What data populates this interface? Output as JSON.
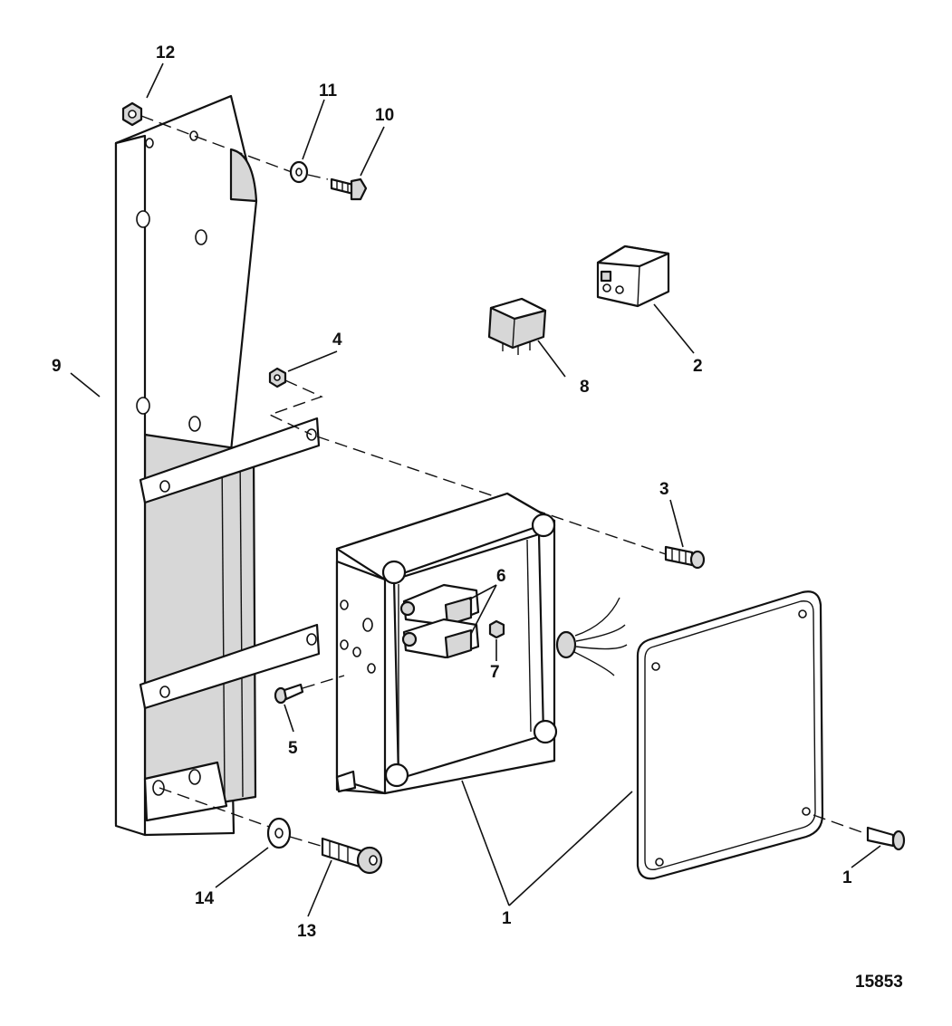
{
  "figure_id": "15853",
  "callouts": [
    {
      "id": "c1a",
      "label": "1"
    },
    {
      "id": "c1b",
      "label": "1"
    },
    {
      "id": "c2",
      "label": "2"
    },
    {
      "id": "c3",
      "label": "3"
    },
    {
      "id": "c4",
      "label": "4"
    },
    {
      "id": "c5",
      "label": "5"
    },
    {
      "id": "c6",
      "label": "6"
    },
    {
      "id": "c7",
      "label": "7"
    },
    {
      "id": "c8",
      "label": "8"
    },
    {
      "id": "c9",
      "label": "9"
    },
    {
      "id": "c10",
      "label": "10"
    },
    {
      "id": "c11",
      "label": "11"
    },
    {
      "id": "c12",
      "label": "12"
    },
    {
      "id": "c13",
      "label": "13"
    },
    {
      "id": "c14",
      "label": "14"
    }
  ]
}
